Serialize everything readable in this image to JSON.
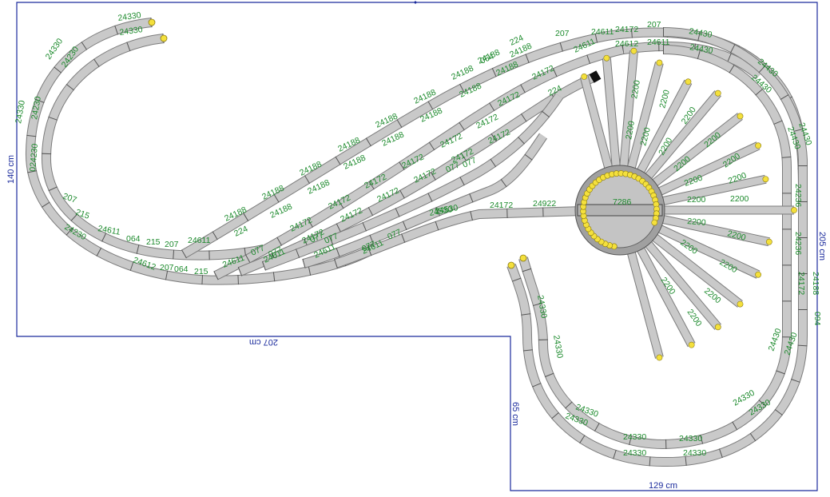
{
  "dimensions": {
    "height_left": "140 cm",
    "width_middle": "207 cm",
    "height_step": "65 cm",
    "width_bottom": "129 cm",
    "height_right": "205 cm"
  },
  "turntable": {
    "label": "7286"
  },
  "colors": {
    "border": "#1a2a9c",
    "track_fill": "#c9c9c9",
    "track_edge": "#7c7c7c",
    "labels": "#1c8a2c",
    "buffer": "#f4e03c"
  },
  "track_labels": [
    "24330",
    "24330",
    "24330",
    "24230",
    "24330",
    "24230",
    "024230",
    "207",
    "215",
    "24230",
    "24611",
    "064",
    "215",
    "207",
    "24611",
    "24612",
    "207",
    "064",
    "215",
    "24611",
    "24188",
    "24188",
    "24188",
    "24188",
    "24188",
    "24188",
    "24188",
    "24188",
    "24188",
    "24188",
    "24188",
    "24188",
    "24188",
    "24188",
    "24188",
    "24188",
    "224",
    "064",
    "224",
    "24172",
    "24172",
    "24172",
    "24172",
    "24172",
    "24172",
    "24172",
    "24172",
    "24172",
    "24172",
    "24172",
    "24172",
    "24172",
    "077",
    "077",
    "077",
    "077",
    "077",
    "077",
    "077",
    "24611",
    "077",
    "24611",
    "207",
    "24611",
    "24172",
    "207",
    "24611",
    "24612",
    "24611",
    "24172",
    "224",
    "24611",
    "24530",
    "24172",
    "24922",
    "24530",
    "24430",
    "24430",
    "24430",
    "24430",
    "24430",
    "24430",
    "24236",
    "24236",
    "24188",
    "094",
    "24172",
    "24430",
    "24430",
    "24330",
    "24330",
    "24330",
    "24330",
    "24330",
    "24330",
    "24330",
    "24330",
    "24330",
    "24330",
    "2200",
    "2200",
    "2200",
    "2200",
    "2200",
    "2200",
    "2200",
    "2200",
    "2200",
    "2200",
    "2200",
    "2200",
    "2200",
    "2200",
    "2200",
    "2200",
    "2200",
    "2200",
    "2200",
    "2200"
  ]
}
